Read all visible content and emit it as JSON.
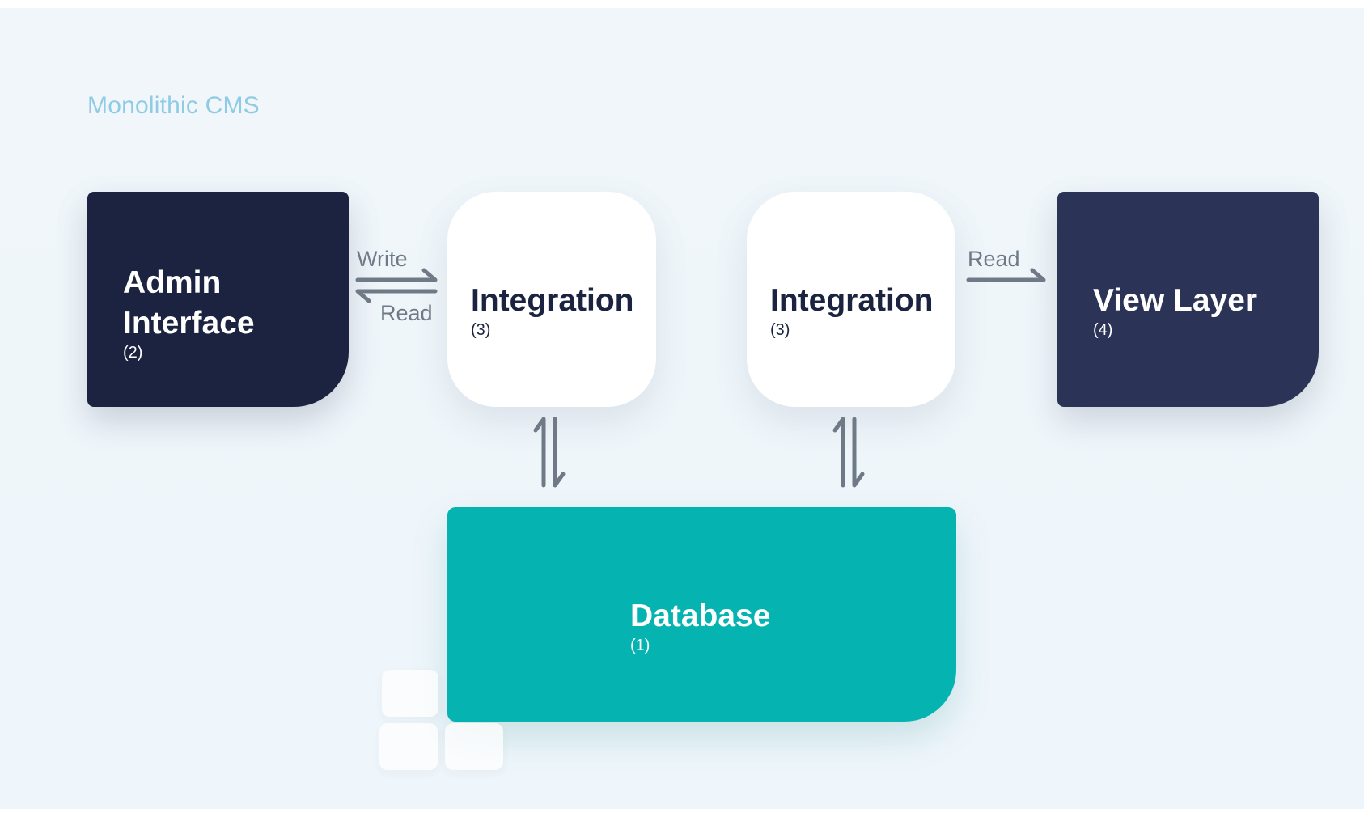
{
  "diagram": {
    "title": "Monolithic CMS",
    "nodes": {
      "admin": {
        "label_line1": "Admin",
        "label_line2": "Interface",
        "sub": "(2)"
      },
      "integration_left": {
        "label": "Integration",
        "sub": "(3)"
      },
      "integration_right": {
        "label": "Integration",
        "sub": "(3)"
      },
      "view": {
        "label": "View Layer",
        "sub": "(4)"
      },
      "database": {
        "label": "Database",
        "sub": "(1)"
      }
    },
    "edges": {
      "write": "Write",
      "read_left": "Read",
      "read_right": "Read"
    },
    "colors": {
      "title": "#8fcbe5",
      "admin_bg": "#1b2340",
      "view_bg": "#2b3357",
      "integration_bg": "#ffffff",
      "database_bg": "#05b3b0",
      "arrow": "#6f7a86"
    }
  }
}
